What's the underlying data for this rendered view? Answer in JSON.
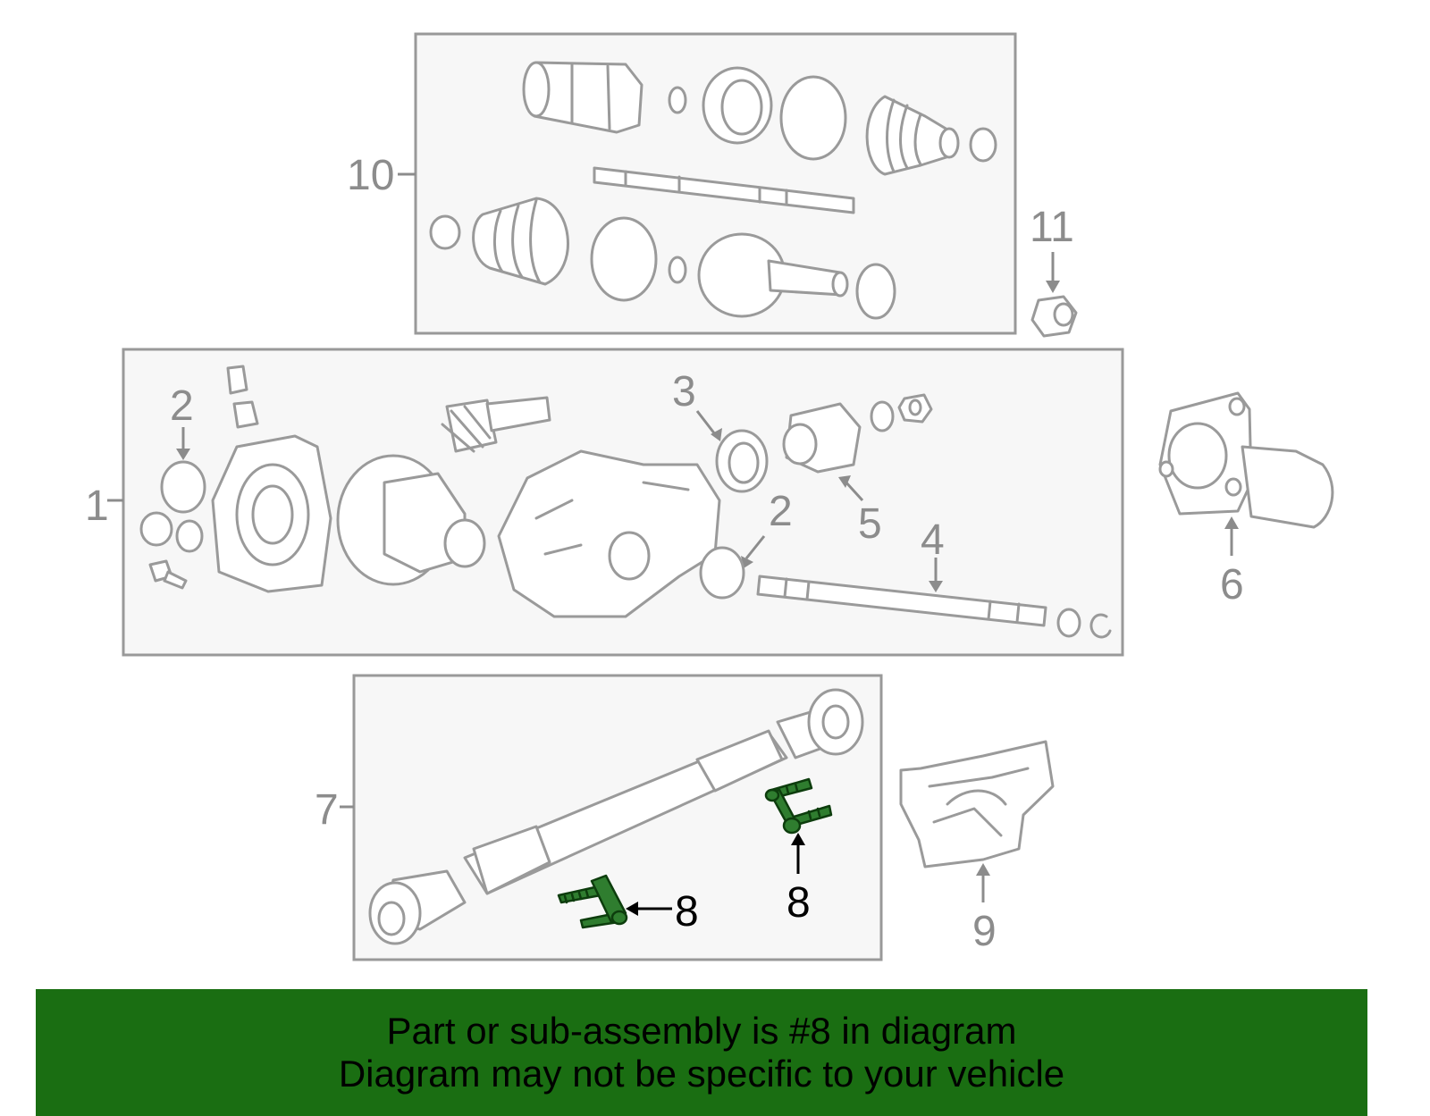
{
  "callouts": {
    "c1": "1",
    "c2a": "2",
    "c2b": "2",
    "c3": "3",
    "c4": "4",
    "c5": "5",
    "c6": "6",
    "c7": "7",
    "c8a": "8",
    "c8b": "8",
    "c9": "9",
    "c10": "10",
    "c11": "11"
  },
  "highlighted_part": "8",
  "colors": {
    "banner": "#1a6e12",
    "highlight": "#2f7d2f",
    "parts": "#9a9a9a"
  },
  "banner": {
    "line1": "Part or sub-assembly is #8 in diagram",
    "line2": "Diagram may not be specific to your vehicle"
  }
}
